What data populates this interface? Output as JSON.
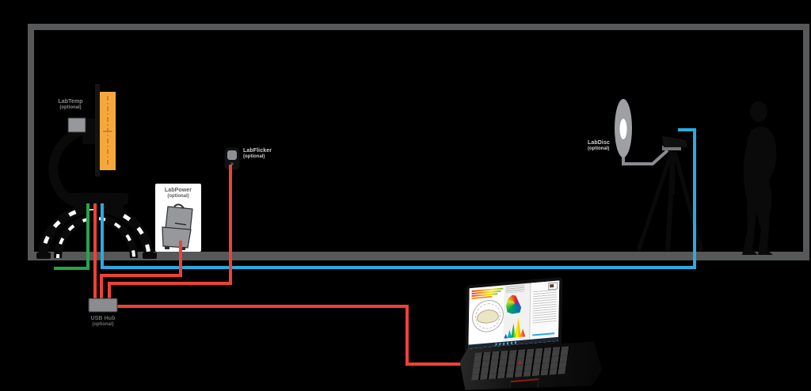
{
  "labels": {
    "labtemp": {
      "name": "LabTemp",
      "qualifier": "(optional)"
    },
    "labpower": {
      "name": "LabPower",
      "qualifier": "(optional)"
    },
    "labflicker": {
      "name": "LabFlicker",
      "qualifier": "(optional)"
    },
    "labdisc": {
      "name": "LabDisc",
      "qualifier": "(optional)"
    },
    "usb_hub": {
      "name": "USB Hub",
      "qualifier": "(optional)"
    }
  },
  "colors": {
    "cable_red": "#ef4136",
    "cable_green": "#27a44a",
    "cable_blue": "#29abe2",
    "room_wall_gray": "#57585a",
    "test_lamp_orange": "#f5a93c",
    "device_gray": "#939598",
    "background": "#000000"
  }
}
